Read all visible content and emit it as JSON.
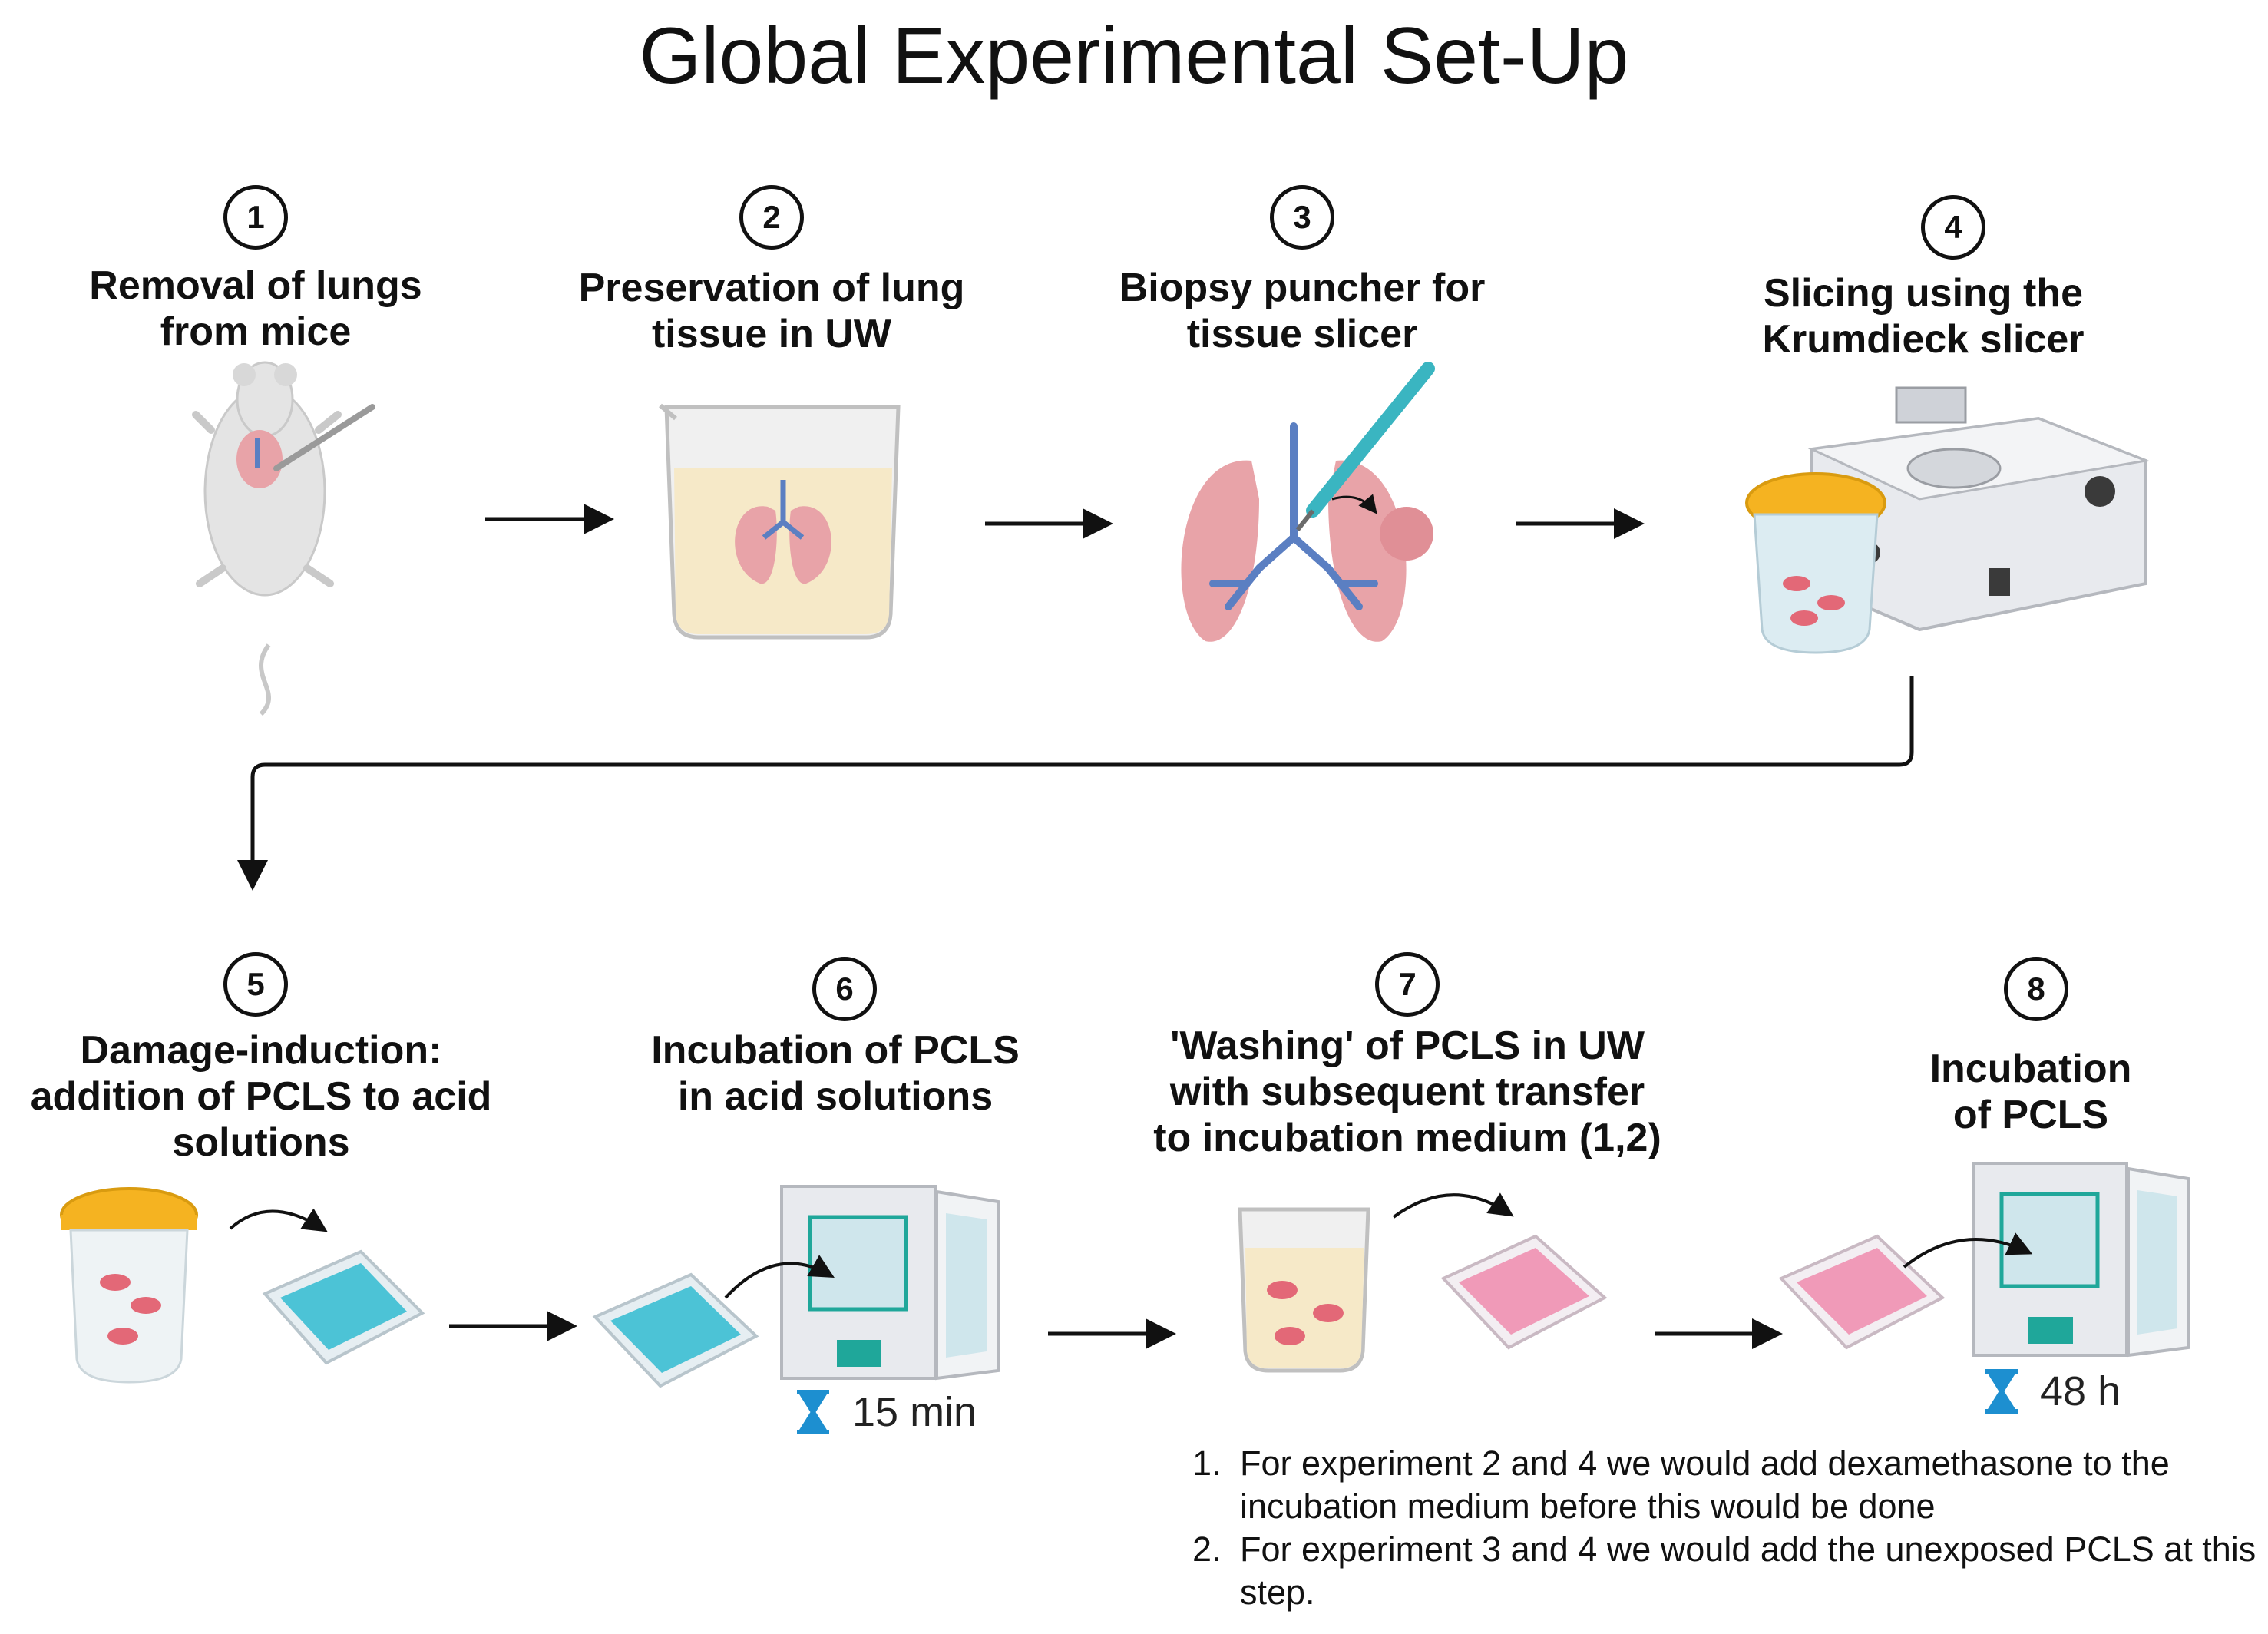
{
  "title": "Global Experimental Set-Up",
  "steps": [
    {
      "number": "1",
      "label": "Removal of lungs\nfrom mice"
    },
    {
      "number": "2",
      "label": "Preservation of lung\ntissue in UW"
    },
    {
      "number": "3",
      "label": "Biopsy puncher for\ntissue slicer"
    },
    {
      "number": "4",
      "label": "Slicing using the\nKrumdieck slicer"
    },
    {
      "number": "5",
      "label": "Damage-induction:\naddition of PCLS to acid\nsolutions"
    },
    {
      "number": "6",
      "label": "Incubation of PCLS\nin acid solutions"
    },
    {
      "number": "7",
      "label": "'Washing' of PCLS in UW\nwith subsequent transfer\nto incubation medium (1,2)"
    },
    {
      "number": "8",
      "label": "Incubation of PCLS"
    }
  ],
  "durations": {
    "step6": "15 min",
    "step8": "48 h"
  },
  "notes": [
    {
      "marker": "1.",
      "text": "For experiment 2 and 4 we would add dexamethasone to the incubation medium before this would be done"
    },
    {
      "marker": "2.",
      "text": "For experiment 3 and 4 we would add the unexposed PCLS at this step."
    }
  ],
  "colors": {
    "lung": "#e8a3a8",
    "airway": "#5b7fc2",
    "lid": "#f5b321",
    "well_blue": "#4cc3d6",
    "well_pink": "#f09ab8",
    "fluid": "#f6e9c8",
    "incubator": "#e8eaee",
    "teal": "#1fa79a"
  }
}
